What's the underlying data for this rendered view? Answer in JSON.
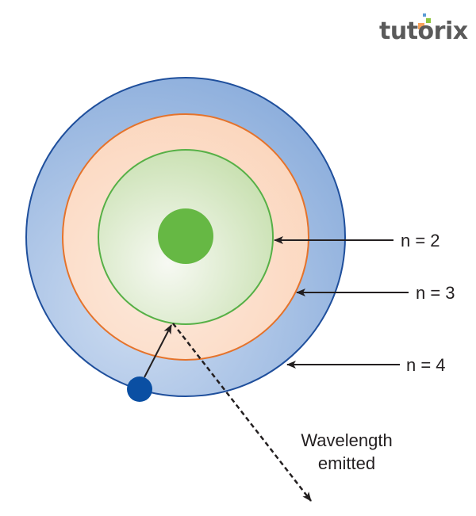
{
  "title": "Electron transition between energy levels (Bohr model)",
  "brand": {
    "name": "tutorix",
    "dot_colors": [
      "#f7a35c",
      "#8dc63f",
      "#5b9bd5"
    ]
  },
  "diagram": {
    "shells": [
      {
        "n": 4,
        "label": "n = 4",
        "fill_inner": "#cddcf1",
        "fill_outer": "#8fb0dd",
        "stroke": "#1f4f9c"
      },
      {
        "n": 3,
        "label": "n = 3",
        "fill_inner": "#fde9dc",
        "fill_outer": "#fbd6bd",
        "stroke": "#e5732b"
      },
      {
        "n": 2,
        "label": "n = 2",
        "fill_inner": "#f7f9f3",
        "fill_outer": "#c8e0b0",
        "stroke": "#56b046"
      }
    ],
    "nucleus": {
      "name": "nucleus",
      "color": "#66b844"
    },
    "electron": {
      "name": "electron",
      "color": "#0a4fa3"
    },
    "transition": {
      "from_level": 4,
      "to_level": 2
    },
    "emission": {
      "label_line1": "Wavelength",
      "label_line2": "emitted"
    },
    "arrow_color": "#231f20"
  }
}
